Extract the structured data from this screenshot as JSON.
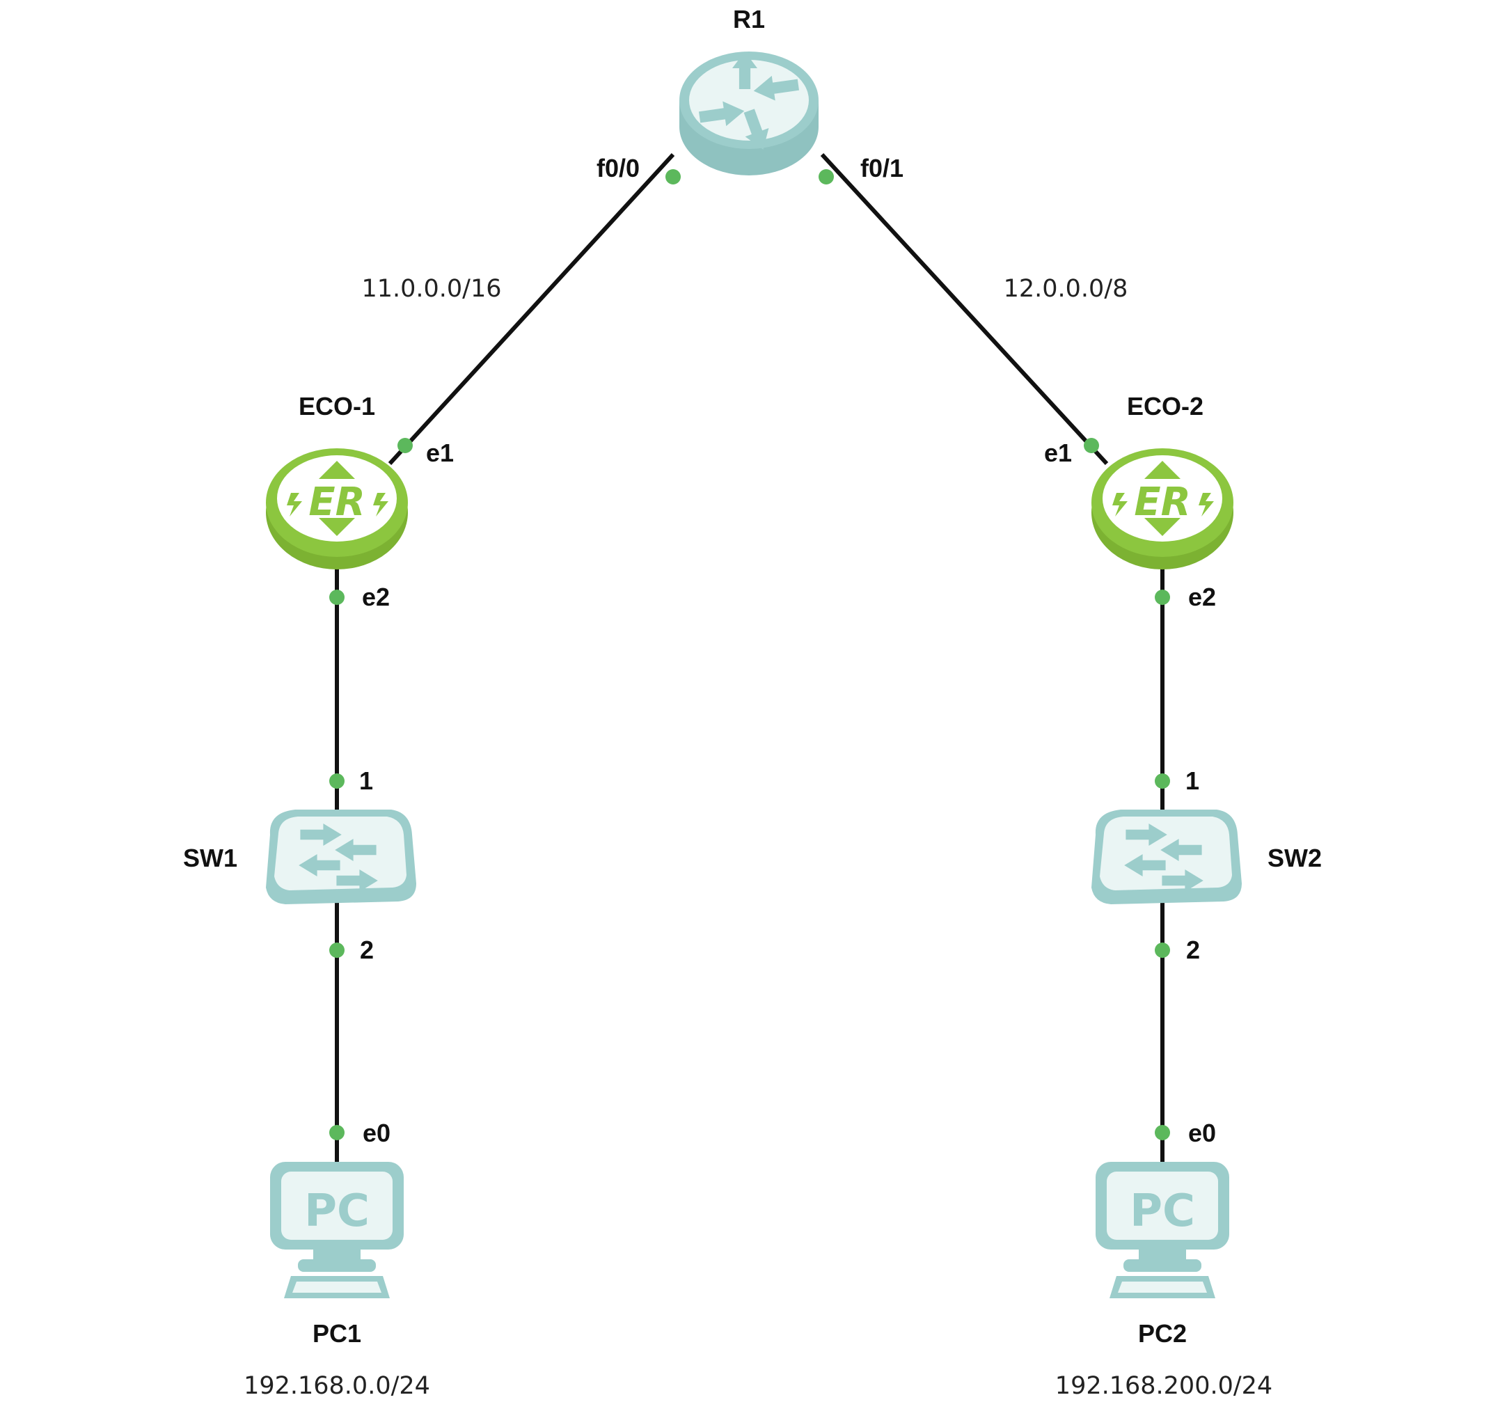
{
  "colors": {
    "link": "#111111",
    "port_dot": "#5cb85c",
    "teal_device": "#9ccdcb",
    "teal_highlight": "#eaf5f4",
    "green_router": "#8cc63f",
    "label": "#111111"
  },
  "nodes": {
    "r1": {
      "name": "R1",
      "icon": "cisco-router-icon"
    },
    "eco1": {
      "name": "ECO-1",
      "icon": "edge-router-icon"
    },
    "eco2": {
      "name": "ECO-2",
      "icon": "edge-router-icon"
    },
    "sw1": {
      "name": "SW1",
      "icon": "switch-icon"
    },
    "sw2": {
      "name": "SW2",
      "icon": "switch-icon"
    },
    "pc1": {
      "name": "PC1",
      "icon": "pc-icon",
      "screen_text": "PC"
    },
    "pc2": {
      "name": "PC2",
      "icon": "pc-icon",
      "screen_text": "PC"
    }
  },
  "ports": {
    "r1_f00": "f0/0",
    "r1_f01": "f0/1",
    "eco1_e1": "e1",
    "eco1_e2": "e2",
    "eco2_e1": "e1",
    "eco2_e2": "e2",
    "sw1_1": "1",
    "sw1_2": "2",
    "sw2_1": "1",
    "sw2_2": "2",
    "pc1_e0": "e0",
    "pc2_e0": "e0"
  },
  "networks": {
    "left_wan": "11.0.0.0/16",
    "right_wan": "12.0.0.0/8",
    "left_lan": "192.168.0.0/24",
    "right_lan": "192.168.200.0/24"
  }
}
